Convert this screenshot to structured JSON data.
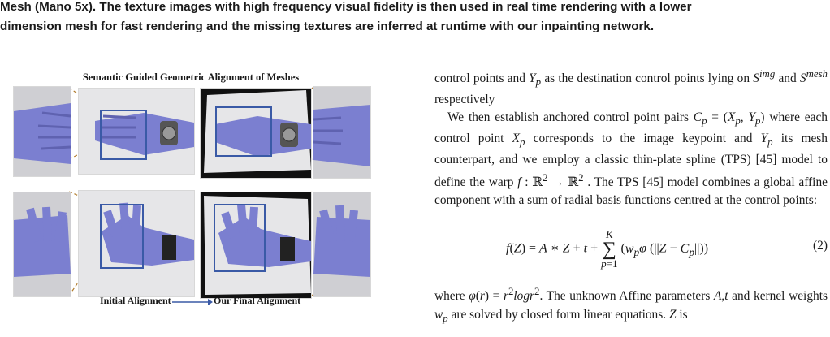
{
  "caption": {
    "line1": "Mesh (Mano 5x). The texture images with high frequency visual fidelity is then used in real time rendering with a lower",
    "line2": "dimension mesh for fast rendering and the missing textures are inferred at runtime with our inpainting network."
  },
  "figure": {
    "title": "Semantic Guided Geometric Alignment of Meshes",
    "label_initial": "Initial Alignment",
    "label_final": "Our  Final Alignment",
    "colors": {
      "glove": "#7b7fd0",
      "box": "#3a5aa6",
      "dash": "#b07a2a"
    }
  },
  "body": {
    "p1": "control points and Y_p as the destination control points lying on S^img and S^mesh respectively",
    "p2": "We then establish anchored control point pairs C_p = (X_p, Y_p) where each control point X_p corresponds to the image keypoint and Y_p its mesh counterpart, and we employ a classic thin-plate spline (TPS) [45] model to define the warp f : ℝ² → ℝ². The TPS [45] model combines a global affine component with a sum of radial basis functions centred at the control points:",
    "equation": "f(Z) = A ∗ Z + t + Σ_{p=1}^{K} (w_p φ (||Z − C_p||))",
    "equation_number": "(2)",
    "p3": "where φ(r) = r² log r². The unknown Affine parameters A,t and kernel weights w_p are solved by closed form linear equations. Z is"
  }
}
